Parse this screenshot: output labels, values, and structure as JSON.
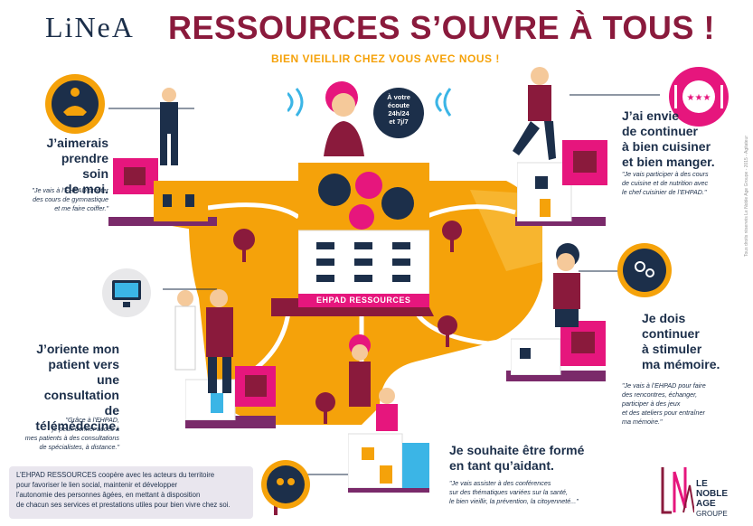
{
  "header": {
    "logo": "LiNeA",
    "title": "RESSOURCES S’OUVRE À TOUS !",
    "subtitle": "BIEN VIEILLIR CHEZ VOUS AVEC NOUS !"
  },
  "callout": {
    "line1": "À votre",
    "line2": "écoute",
    "line3": "24h/24",
    "line4": "et 7j/7"
  },
  "center": {
    "label": "EHPAD RESSOURCES"
  },
  "panels": {
    "soin": {
      "heading": [
        "J’aimerais",
        "prendre soin",
        "de moi."
      ],
      "quote": [
        "\"Je vais à l’EHPAD profiter",
        "des cours de gymnastique",
        "et me faire coiffer.\""
      ]
    },
    "cuisine": {
      "heading": [
        "J’ai envie",
        "de continuer",
        "à bien cuisiner",
        "et bien manger."
      ],
      "quote": [
        "\"Je vais participer à des cours",
        "de cuisine et de nutrition avec",
        "le chef cuisinier de l’EHPAD.\""
      ]
    },
    "telemedecine": {
      "heading": [
        "J’oriente mon",
        "patient vers une",
        "consultation de",
        "télémédecine."
      ],
      "quote": [
        "\"Grâce à l’EHPAD,",
        "je peux donner accès à",
        "mes patients à des consultations",
        "de spécialistes, à distance.\""
      ]
    },
    "memoire": {
      "heading": [
        "Je dois",
        "continuer",
        "à stimuler",
        "ma mémoire."
      ],
      "quote": [
        "\"Je vais à l’EHPAD pour faire",
        "des rencontres, échanger,",
        "participer à des jeux",
        "et des ateliers pour entraîner",
        "ma mémoire.\""
      ]
    },
    "aidant": {
      "heading": [
        "Je souhaite être formé",
        "en tant qu’aidant."
      ],
      "quote": [
        "\"Je vais assister à des conférences",
        "sur des thématiques variées sur la santé,",
        "le bien vieillir, la prévention, la citoyenneté...\""
      ]
    }
  },
  "bottom": {
    "text": [
      "L’EHPAD RESSOURCES coopère avec les acteurs du territoire",
      "pour favoriser le lien social, maintenir et développer",
      "l’autonomie des personnes âgées, en mettant à disposition",
      "de chacun ses services et prestations utiles pour bien vivre chez soi."
    ]
  },
  "brand": {
    "line1": "LE",
    "line2": "NOBLE",
    "line3": "AGE",
    "line4": "GROUPE"
  },
  "credit": "Tous droits réservés Le Noble Age Groupe - 2015 - Agitateur",
  "colors": {
    "orange": "#f5a20a",
    "magenta": "#e6167d",
    "navy": "#1c2f4a",
    "burgundy": "#8a1a3c",
    "purple": "#7a2a6a",
    "cyan": "#3bb5e6"
  }
}
